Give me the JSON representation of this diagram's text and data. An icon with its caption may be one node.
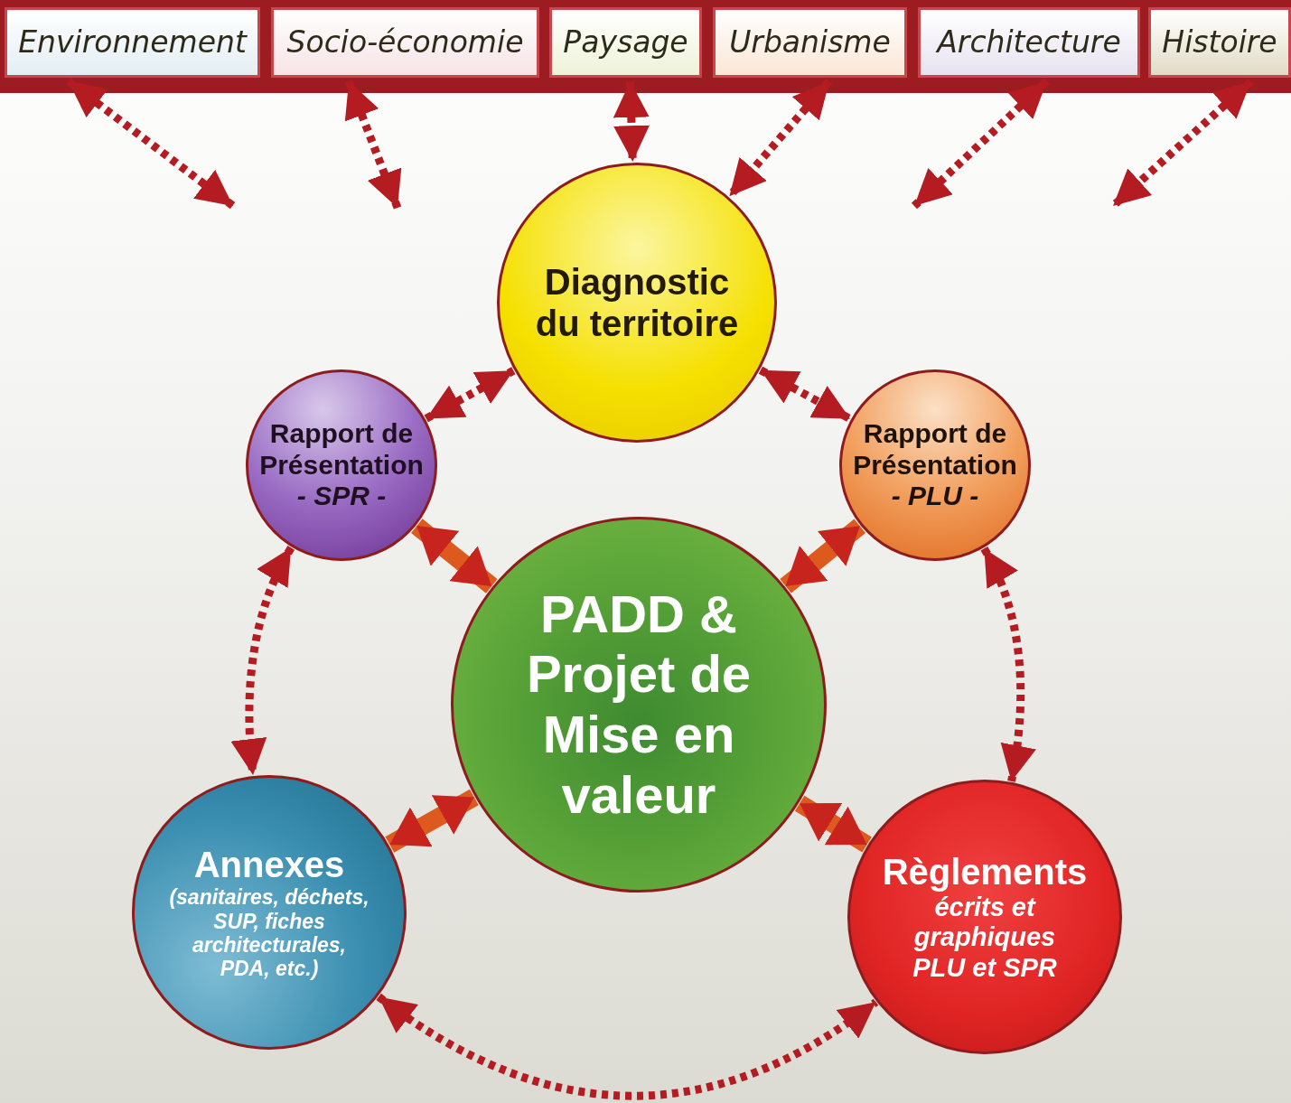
{
  "diagram": {
    "nodes": [
      {
        "text": [
          "Environnement"
        ]
      },
      {
        "text": [
          "Socio-économie"
        ]
      },
      {
        "text": [
          "Paysage"
        ]
      },
      {
        "text": [
          "Urbanisme"
        ]
      },
      {
        "text": [
          "Architecture"
        ]
      },
      {
        "text": [
          "Histoire"
        ]
      },
      {
        "text": [
          "Diagnostic du territoire"
        ]
      },
      {
        "text": [
          "Rapport de Présentation",
          "- SPR -"
        ]
      },
      {
        "text": [
          "Rapport de Présentation",
          "- PLU -"
        ]
      },
      {
        "text": [
          "PADD & Projet de Mise en valeur"
        ]
      },
      {
        "text": [
          "Annexes",
          "(sanitaires, déchets, SUP, fiches architecturales, PDA, etc.)"
        ]
      },
      {
        "text": [
          "Règlements",
          "écrits et graphiques PLU et SPR"
        ]
      }
    ],
    "edges": [
      {
        "from": 0,
        "to": null,
        "arrow": "both",
        "style": "dashed"
      },
      {
        "from": 1,
        "to": null,
        "arrow": "both",
        "style": "dashed"
      },
      {
        "from": 2,
        "to": 6,
        "arrow": "both",
        "style": "dashed"
      },
      {
        "from": 3,
        "to": 6,
        "arrow": "both",
        "style": "dashed"
      },
      {
        "from": 4,
        "to": null,
        "arrow": "both",
        "style": "dashed"
      },
      {
        "from": 5,
        "to": null,
        "arrow": "both",
        "style": "dashed"
      },
      {
        "from": 7,
        "to": 6,
        "arrow": "both",
        "style": "dashed"
      },
      {
        "from": 6,
        "to": 8,
        "arrow": "both",
        "style": "dashed"
      },
      {
        "from": 7,
        "to": 9,
        "arrow": "both",
        "style": "thick",
        "color": "#dc5a1e"
      },
      {
        "from": 8,
        "to": 9,
        "arrow": "both",
        "style": "thick",
        "color": "#dc5a1e"
      },
      {
        "from": 7,
        "to": 10,
        "arrow": "both",
        "style": "dashed"
      },
      {
        "from": 8,
        "to": 11,
        "arrow": "both",
        "style": "dashed"
      },
      {
        "from": 10,
        "to": 9,
        "arrow": "both",
        "style": "thick",
        "color": "#dc5a1e"
      },
      {
        "from": 9,
        "to": 11,
        "arrow": "both",
        "style": "thick",
        "color": "#dc5a1e"
      },
      {
        "from": 10,
        "to": 11,
        "arrow": "both",
        "style": "dashed"
      }
    ]
  }
}
